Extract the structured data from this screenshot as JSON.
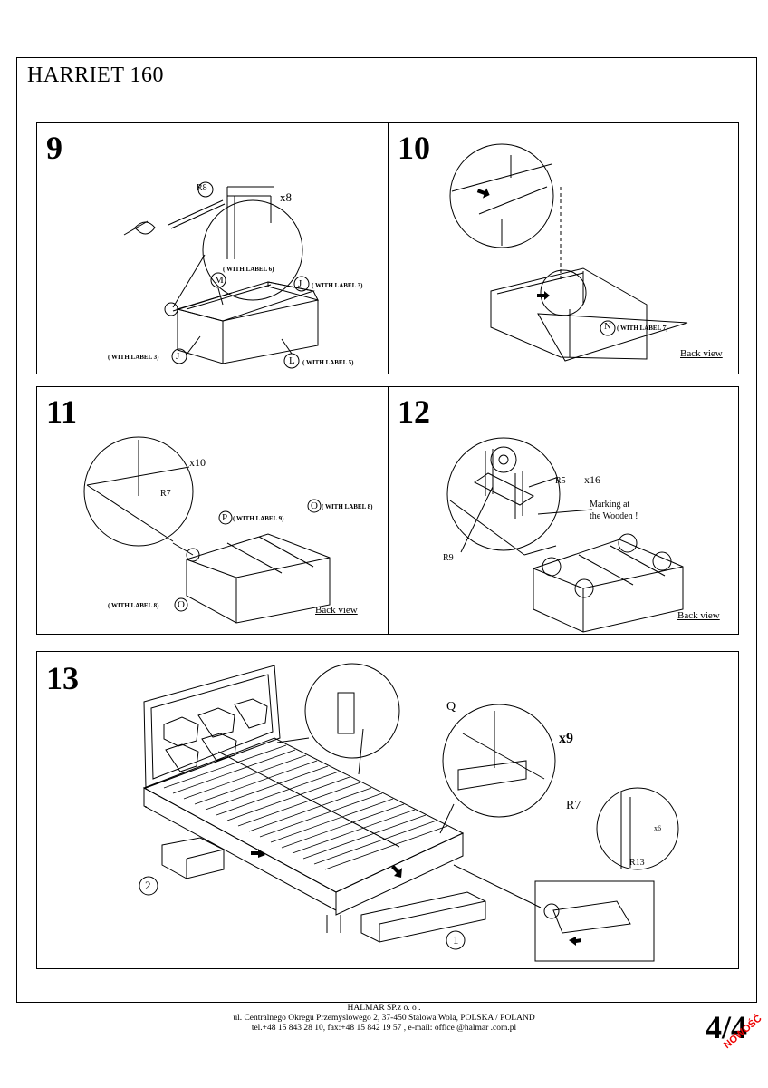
{
  "title": "HARRIET 160",
  "steps": [
    {
      "number": "9",
      "labels": {
        "r8": "R8",
        "x8": "x8",
        "m": "M",
        "with6": "( WITH LABEL 6)",
        "j": "J",
        "with3a": "( WITH LABEL 3)",
        "with3b": "( WITH LABEL 3)",
        "l": "L",
        "with5": "( WITH LABEL 5)"
      }
    },
    {
      "number": "10",
      "labels": {
        "n": "N",
        "with7": "( WITH LABEL 7)",
        "back": "Back view"
      }
    },
    {
      "number": "11",
      "labels": {
        "x10": "x10",
        "r7": "R7",
        "p": "P",
        "with9": "( WITH LABEL 9)",
        "o": "O",
        "with8a": "( WITH LABEL 8)",
        "with8b": "( WITH LABEL 8)",
        "back": "Back view"
      }
    },
    {
      "number": "12",
      "labels": {
        "r5": "R5",
        "x16": "x16",
        "marking1": "Marking at",
        "marking2": "the Wooden !",
        "r9": "R9",
        "back": "Back view"
      }
    },
    {
      "number": "13",
      "labels": {
        "q": "Q",
        "x9": "x9",
        "r7": "R7",
        "x6": "x6",
        "r13": "R13",
        "d1": "1",
        "d2": "2"
      }
    }
  ],
  "footer": {
    "company": "HALMAR SP.z o. o .",
    "address": "ul. Centralnego Okregu Przemyslowego 2, 37-450 Stalowa Wola, POLSKA / POLAND",
    "contact": "tel.+48 15 843 28 10, fax:+48 15 842 19 57 , e-mail: office @halmar .com.pl"
  },
  "page": "4/4",
  "badge": "NOWOŚĆ",
  "colors": {
    "ink": "#000000",
    "badge": "#e00000"
  }
}
